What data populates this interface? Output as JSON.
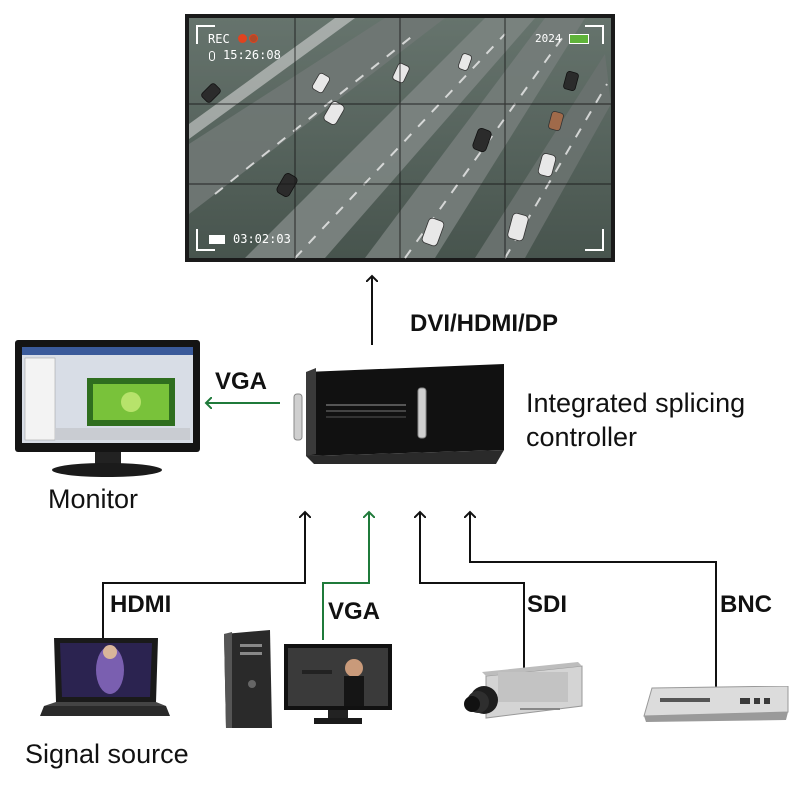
{
  "video_wall": {
    "rec_label": "REC",
    "time": "15:26:08",
    "year": "2024",
    "counter": "03:02:03"
  },
  "labels": {
    "output_interfaces": "DVI/HDMI/DP",
    "monitor_link": "VGA",
    "controller": "Integrated splicing controller",
    "monitor": "Monitor",
    "signal_source": "Signal source",
    "in_hdmi": "HDMI",
    "in_vga": "VGA",
    "in_sdi": "SDI",
    "in_bnc": "BNC"
  },
  "colors": {
    "accent_green": "#1f7a3a",
    "line_black": "#111111",
    "rec_red": "#e0431f",
    "road_green": "#5fb33a"
  }
}
